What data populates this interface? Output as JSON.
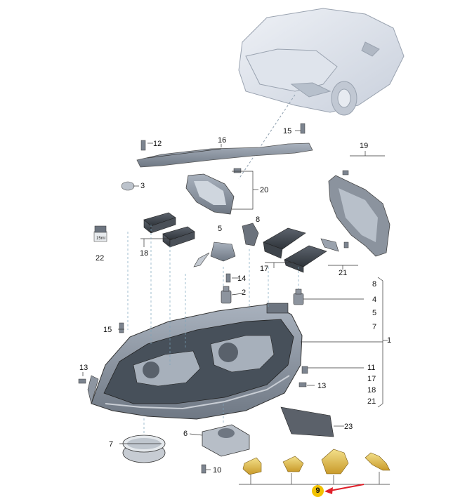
{
  "callouts": {
    "c1": "1",
    "c2": "2",
    "c3": "3",
    "c4": "4",
    "c5": "5",
    "c5b": "5",
    "c6": "6",
    "c7": "7",
    "c7b": "7",
    "c8": "8",
    "c8b": "8",
    "c9": "9",
    "c10": "10",
    "c11": "11",
    "c12": "12",
    "c13a": "13",
    "c13b": "13",
    "c14": "14",
    "c15a": "15",
    "c15b": "15",
    "c16": "16",
    "c17a": "17",
    "c17b": "17",
    "c18a": "18",
    "c18b": "18",
    "c19": "19",
    "c20": "20",
    "c21a": "21",
    "c21b": "21",
    "c22": "22",
    "c23": "23"
  },
  "highlight": {
    "part": "9",
    "color": "#f2c200",
    "arrow_color": "#e0202a"
  },
  "jar_label": "15ml"
}
